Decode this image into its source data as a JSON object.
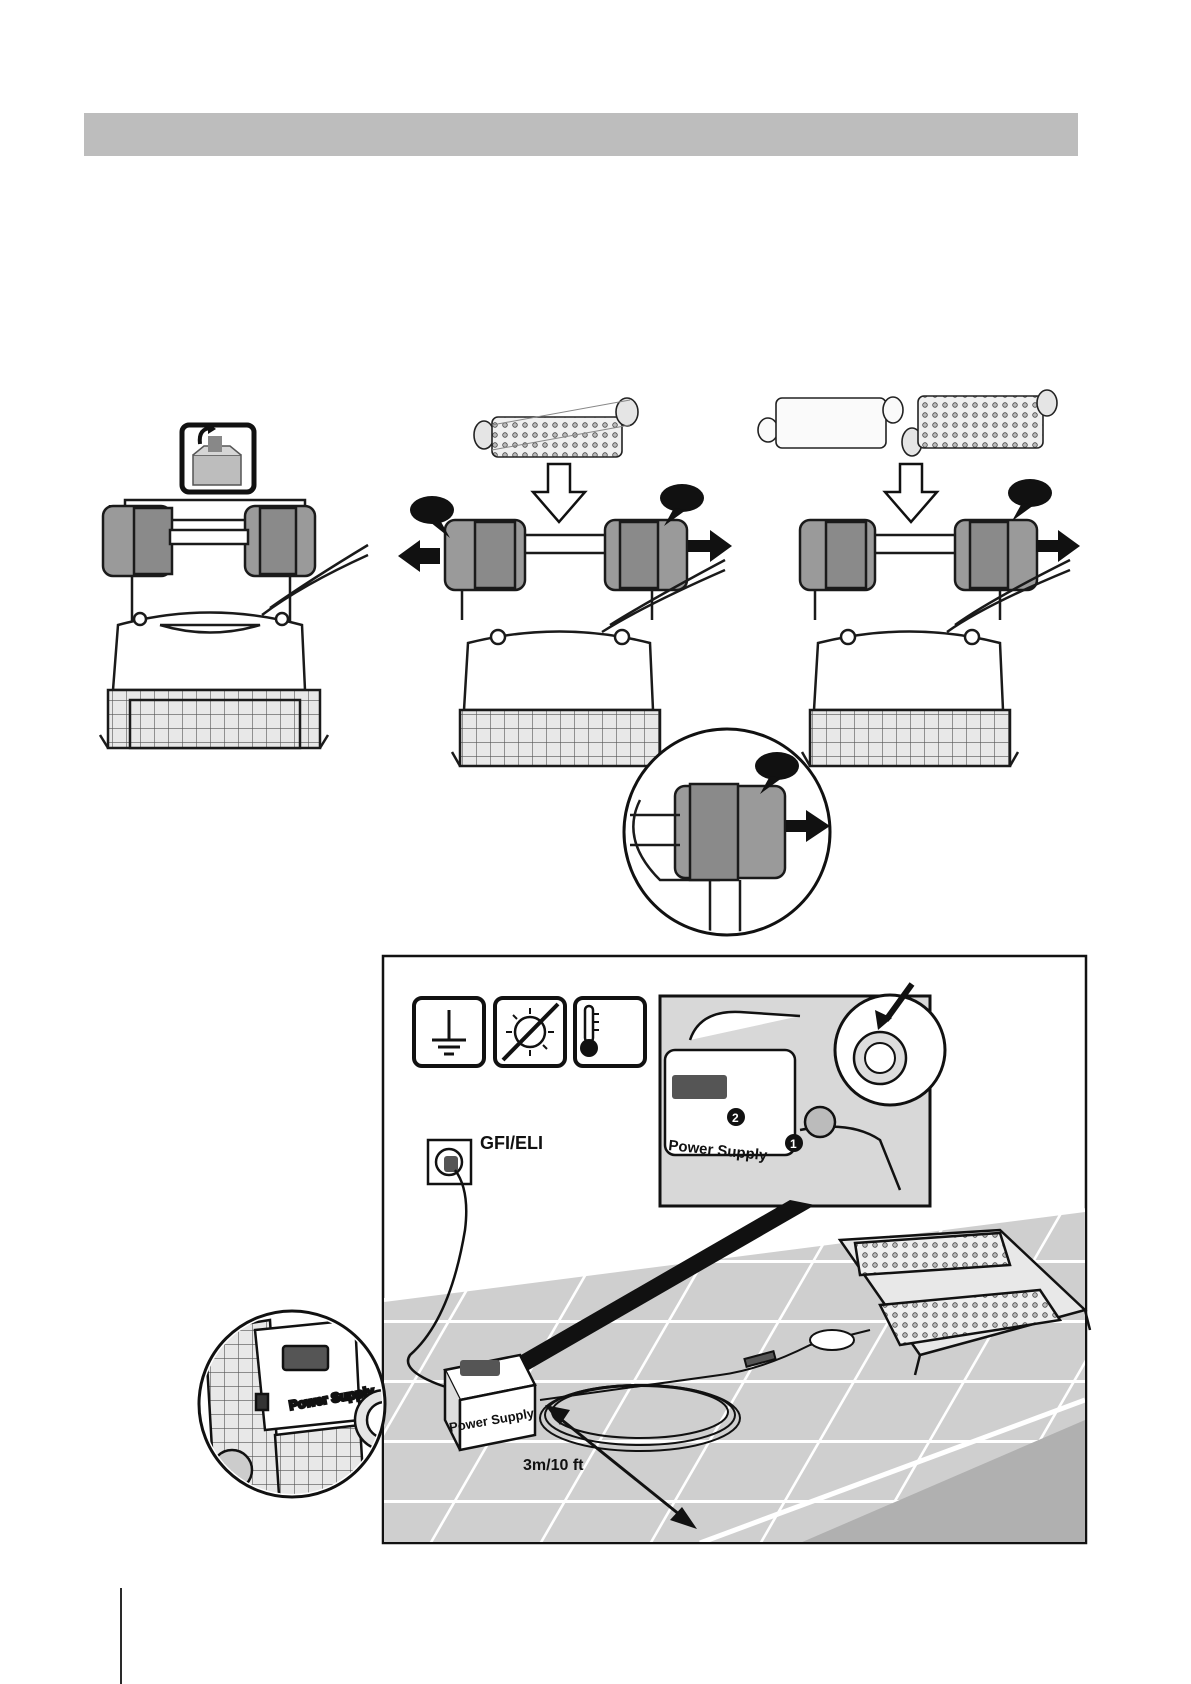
{
  "setup_figure": {
    "gfi_label": "GFI/ELI",
    "distance_label": "3m/10 ft",
    "step_1": "1",
    "step_2": "2",
    "power_supply_text": "Power Supply"
  },
  "icons": [
    "unbox-icon",
    "ground-icon",
    "no-sun-icon",
    "thermometer-icon"
  ],
  "colors": {
    "header_bar": "#bdbdbd",
    "line": "#1a1a1a",
    "fill_gray": "#9a9a9a"
  }
}
